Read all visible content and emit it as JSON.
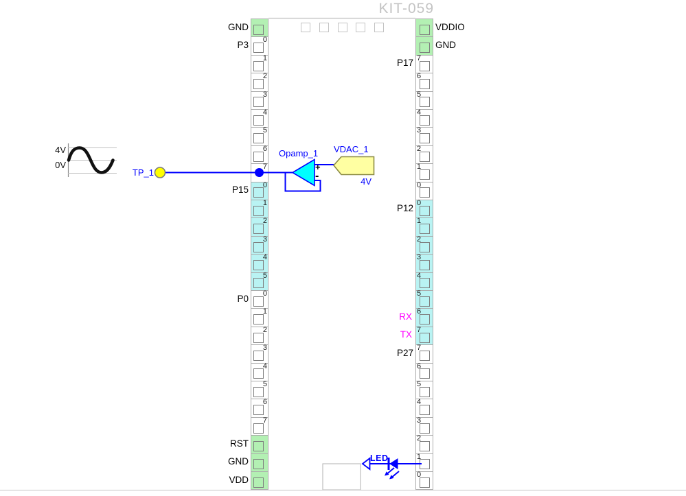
{
  "title": "KIT-059",
  "waveform": {
    "high": "4V",
    "low": "0V"
  },
  "testpoint": {
    "label": "TP_1"
  },
  "opamp": {
    "label": "Opamp_1",
    "plus": "+",
    "minus": "-"
  },
  "vdac": {
    "label": "VDAC_1",
    "value": "4V"
  },
  "led": {
    "label": "LED"
  },
  "header_pins_count": 5,
  "colors": {
    "wire": "#0000ff",
    "pin_green": "#b3f0b3",
    "pin_cyan": "#b9f3f3",
    "tag_magenta": "#ff00ff",
    "opamp_fill": "#00ffff",
    "vdac_fill": "#ffffa2",
    "testpoint_fill": "#ffff00",
    "title_gray": "#c4c4c4"
  },
  "pins": {
    "left": [
      {
        "label": "GND",
        "fill": "green"
      },
      {
        "label": "P3",
        "num": "0"
      },
      {
        "num": "1"
      },
      {
        "num": "2"
      },
      {
        "num": "3"
      },
      {
        "num": "4"
      },
      {
        "num": "5"
      },
      {
        "num": "6"
      },
      {
        "num": "7",
        "pad": false,
        "connected": true
      },
      {
        "label": "P15",
        "num": "0",
        "fill": "cyan"
      },
      {
        "num": "1",
        "fill": "cyan"
      },
      {
        "num": "2",
        "fill": "cyan"
      },
      {
        "num": "3",
        "fill": "cyan"
      },
      {
        "num": "4",
        "fill": "cyan"
      },
      {
        "num": "5",
        "fill": "cyan"
      },
      {
        "label": "P0",
        "num": "0"
      },
      {
        "num": "1"
      },
      {
        "num": "2"
      },
      {
        "num": "3"
      },
      {
        "num": "4"
      },
      {
        "num": "5"
      },
      {
        "num": "6"
      },
      {
        "num": "7"
      },
      {
        "label": "RST",
        "fill": "green"
      },
      {
        "label": "GND",
        "fill": "green"
      },
      {
        "label": "VDD",
        "fill": "green"
      }
    ],
    "right": [
      {
        "label": "VDDIO",
        "fill": "green",
        "label_side": "right"
      },
      {
        "label": "GND",
        "fill": "green",
        "label_side": "right"
      },
      {
        "label": "P17",
        "num": "7"
      },
      {
        "num": "6"
      },
      {
        "num": "5"
      },
      {
        "num": "4"
      },
      {
        "num": "3"
      },
      {
        "num": "2"
      },
      {
        "num": "1"
      },
      {
        "num": "0"
      },
      {
        "label": "P12",
        "num": "0",
        "fill": "cyan"
      },
      {
        "num": "1",
        "fill": "cyan"
      },
      {
        "num": "2",
        "fill": "cyan"
      },
      {
        "num": "3",
        "fill": "cyan"
      },
      {
        "num": "4",
        "fill": "cyan"
      },
      {
        "num": "5",
        "fill": "cyan"
      },
      {
        "num": "6",
        "fill": "cyan",
        "tag": "RX"
      },
      {
        "num": "7",
        "fill": "cyan",
        "tag": "TX"
      },
      {
        "label": "P27",
        "num": "7"
      },
      {
        "num": "6"
      },
      {
        "num": "5"
      },
      {
        "num": "4"
      },
      {
        "num": "3"
      },
      {
        "num": "2"
      },
      {
        "num": "1",
        "connected": true
      },
      {
        "num": "0"
      }
    ]
  }
}
